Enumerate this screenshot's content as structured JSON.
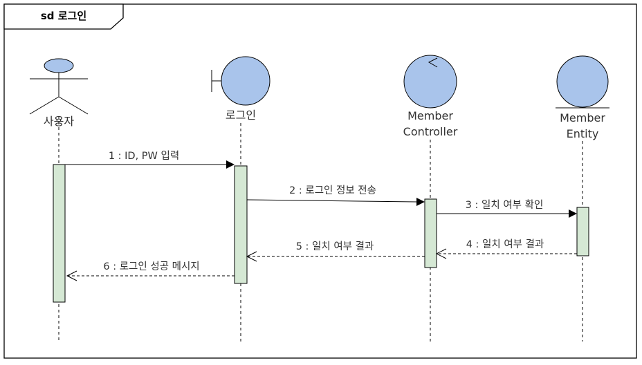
{
  "frame": {
    "title": "sd 로그인"
  },
  "participants": {
    "actor": {
      "name": "사용자",
      "kind": "actor"
    },
    "boundary": {
      "name": "로그인",
      "kind": "boundary"
    },
    "controller": {
      "name_line1": "Member",
      "name_line2": "Controller",
      "kind": "control"
    },
    "entity": {
      "name_line1": "Member",
      "name_line2": "Entity",
      "kind": "entity"
    }
  },
  "messages": [
    {
      "label": "1 : ID, PW 입력",
      "from": "사용자",
      "to": "로그인",
      "style": "sync"
    },
    {
      "label": "2 : 로그인 정보 전송",
      "from": "로그인",
      "to": "Member Controller",
      "style": "sync"
    },
    {
      "label": "3 : 일치 여부 확인",
      "from": "Member Controller",
      "to": "Member Entity",
      "style": "sync"
    },
    {
      "label": "4 : 일치 여부 결과",
      "from": "Member Entity",
      "to": "Member Controller",
      "style": "return"
    },
    {
      "label": "5 : 일치 여부 결과",
      "from": "Member Controller",
      "to": "로그인",
      "style": "return"
    },
    {
      "label": "6 : 로그인 성공 메시지",
      "from": "로그인",
      "to": "사용자",
      "style": "return"
    }
  ],
  "colors": {
    "head_fill": "#a9c4eb",
    "activation_fill": "#d5e8d4",
    "stroke": "#000000",
    "text": "#333333"
  }
}
